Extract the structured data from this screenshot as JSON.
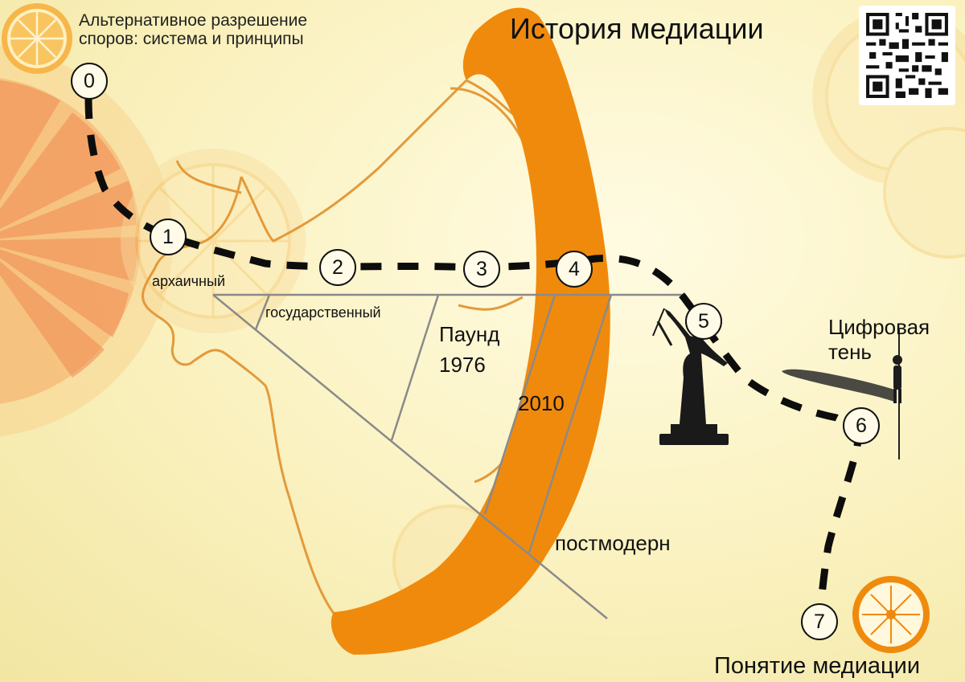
{
  "header": {
    "subtitle_line1": "Альтернативное разрешение",
    "subtitle_line2": "споров: система и принципы",
    "title": "История медиации"
  },
  "milestones": [
    {
      "number": "0"
    },
    {
      "number": "1"
    },
    {
      "number": "2"
    },
    {
      "number": "3"
    },
    {
      "number": "4"
    },
    {
      "number": "5"
    },
    {
      "number": "6"
    },
    {
      "number": "7"
    }
  ],
  "labels": {
    "archaic": "архаичный",
    "state": "государственный",
    "pound_name": "Паунд",
    "pound_year": "1976",
    "year_2010": "2010",
    "postmodern": "постмодерн",
    "digital_line1": "Цифровая",
    "digital_line2": "тень",
    "mediation_concept": "Понятие медиации"
  },
  "colors": {
    "accent_orange": "#f08a0c",
    "outline_orange": "#e39a3a",
    "dash_path": "#0d0d0d",
    "divider_gray": "#8a8a8a"
  },
  "icons": [
    "orange-slice-icon",
    "qr-code-icon",
    "motherland-statue-icon",
    "person-shadow-icon"
  ]
}
